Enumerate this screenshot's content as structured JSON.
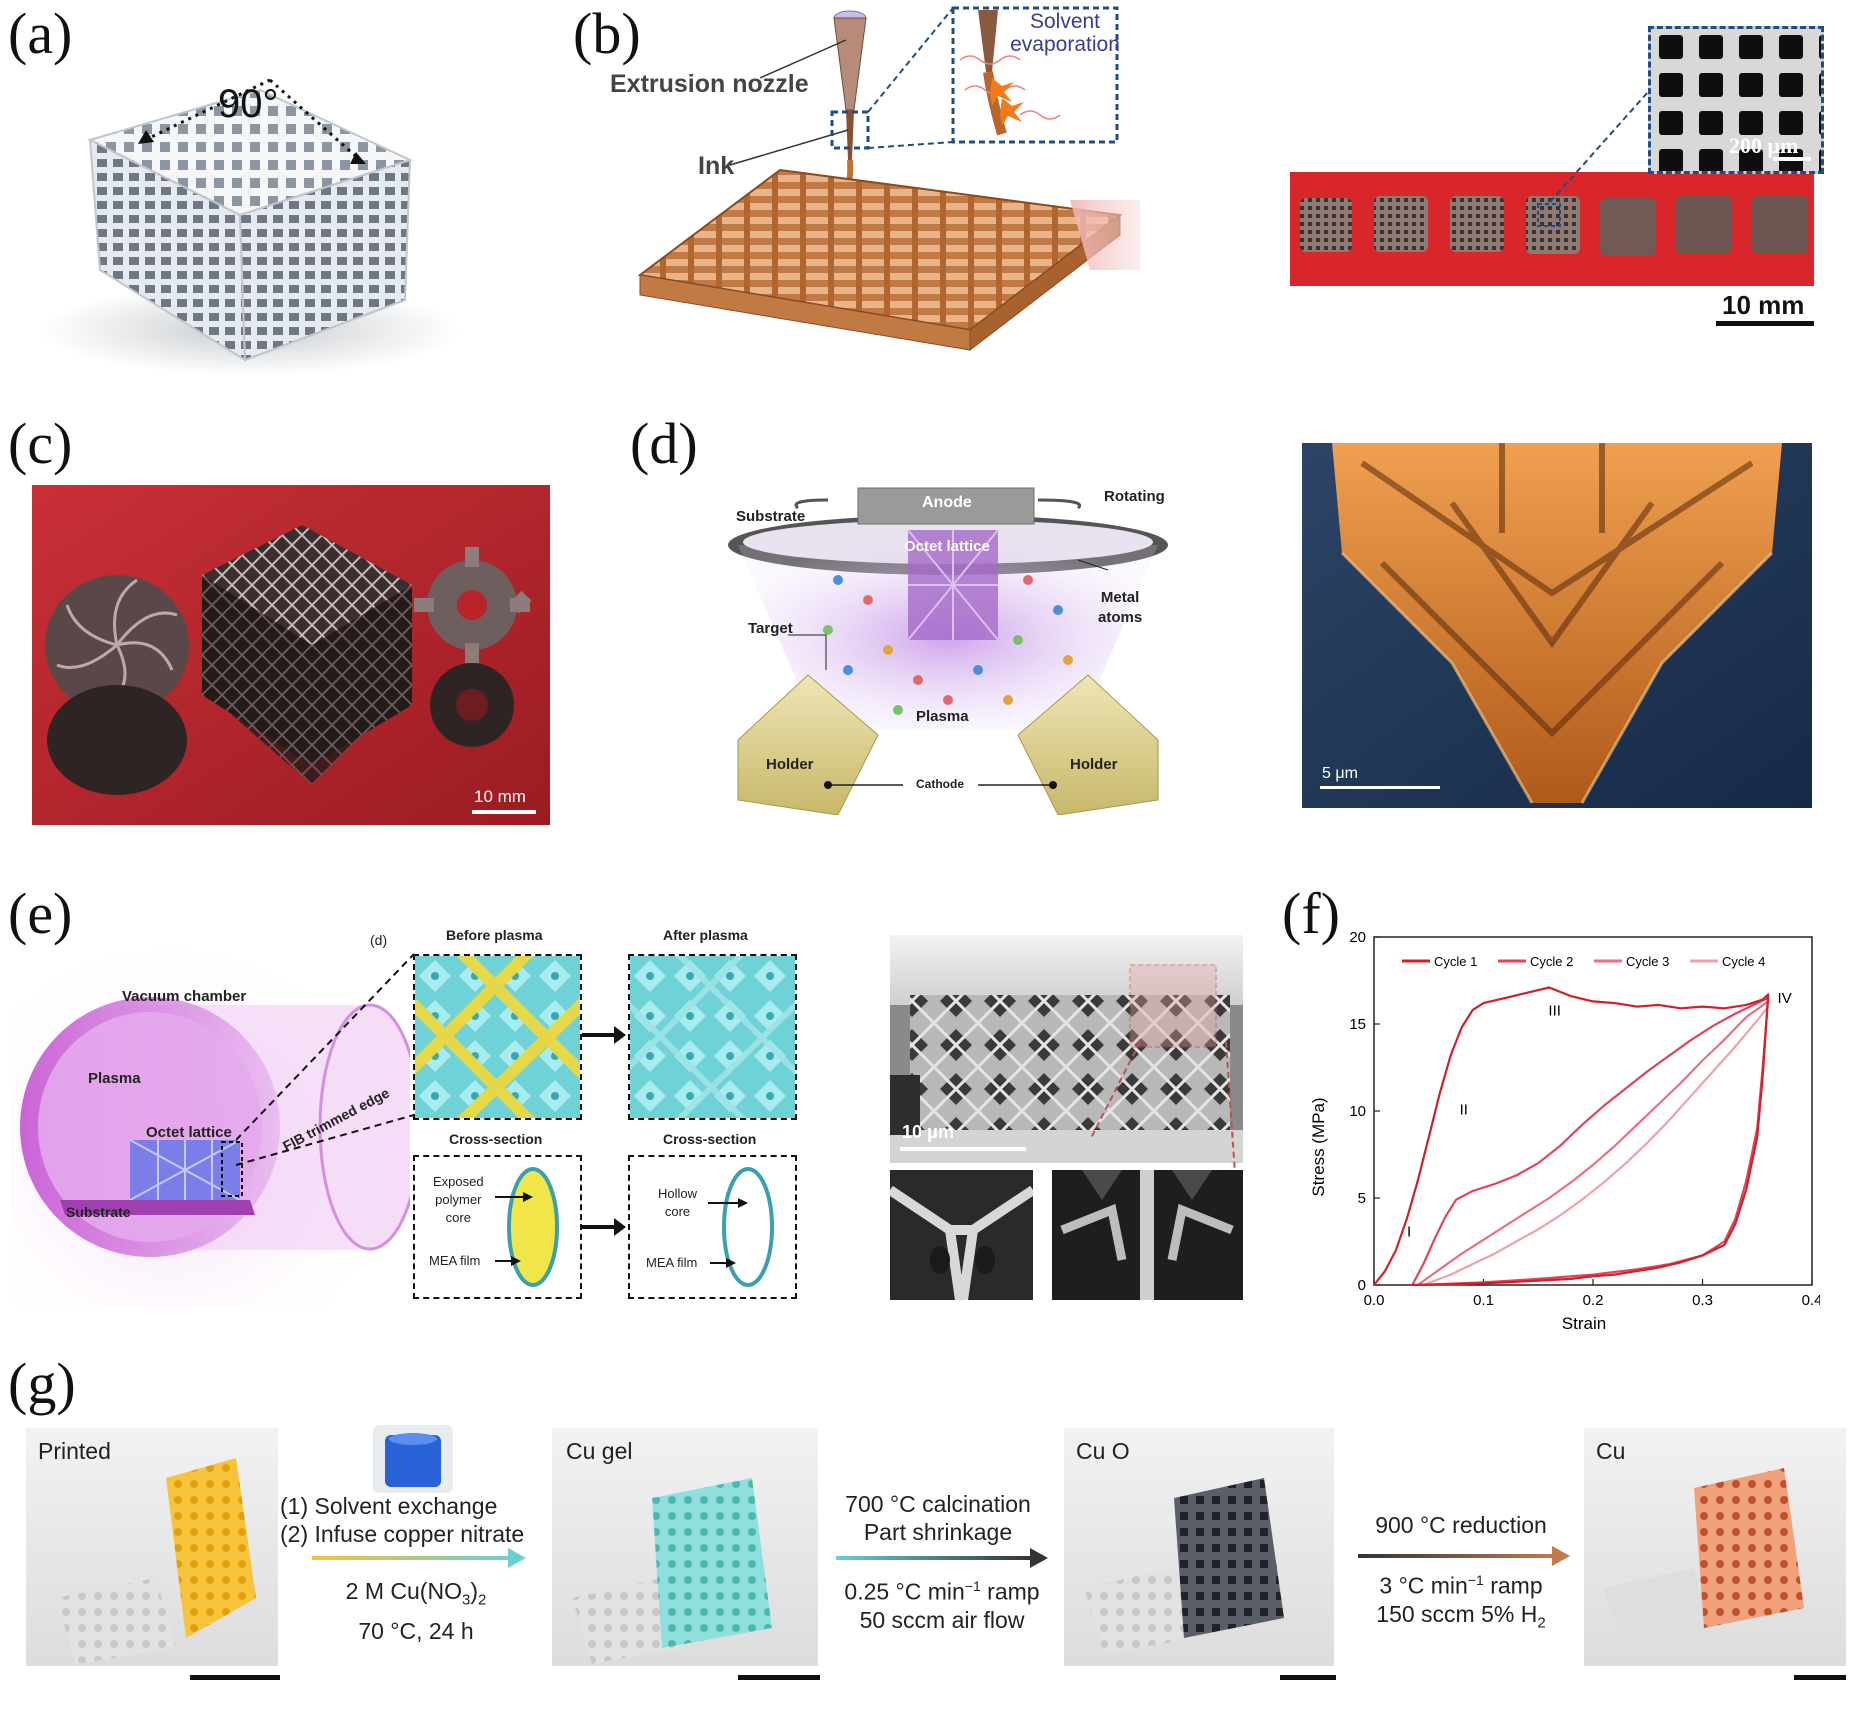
{
  "panels": {
    "a": {
      "letter": "(a)",
      "angle_label": "90°"
    },
    "b": {
      "letter": "(b)",
      "nozzle_label": "Extrusion nozzle",
      "ink_label": "Ink",
      "inset_label": "Solvent evaporation",
      "inset_line1": "Solvent",
      "inset_line2": "evaporation",
      "micro_scale": "200 μm",
      "scale": "10 mm"
    },
    "c": {
      "letter": "(c)",
      "scale": "10 mm"
    },
    "d": {
      "letter": "(d)",
      "anode": "Anode",
      "rotating": "Rotating",
      "substrate": "Substrate",
      "octet": "Octet lattice",
      "target": "Target",
      "metal_atoms_1": "Metal",
      "metal_atoms_2": "atoms",
      "plasma": "Plasma",
      "holder_left": "Holder",
      "holder_right": "Holder",
      "cathode": "Cathode",
      "sem_scale": "5 μm"
    },
    "e": {
      "letter": "(e)",
      "sub_d": "(d)",
      "vacuum": "Vacuum chamber",
      "plasma": "Plasma",
      "octet": "Octet lattice",
      "substrate": "Substrate",
      "fib": "FIB trimmed edge",
      "before": "Before plasma",
      "after": "After plasma",
      "cross1": "Cross-section",
      "cross2": "Cross-section",
      "exposed_1": "Exposed",
      "exposed_2": "polymer",
      "exposed_3": "core",
      "hollow_1": "Hollow",
      "hollow_2": "core",
      "mea1": "MEA film",
      "mea2": "MEA film",
      "sem_scale": "10 μm"
    },
    "f": {
      "letter": "(f)"
    },
    "g": {
      "letter": "(g)",
      "stage1": "Printed",
      "stage2": "Cu gel",
      "stage3": "Cu O",
      "stage4": "Cu",
      "step1_l1": "(1) Solvent exchange",
      "step1_l2": "(2) Infuse copper nitrate",
      "step1_l3": "2 M Cu(NO",
      "step1_l3_sub": "3",
      "step1_l3_end": ")",
      "step1_l3_sub2": "2",
      "step1_l4": "70 °C, 24 h",
      "step2_l1": "700 °C calcination",
      "step2_l2": "Part shrinkage",
      "step2_l3": "0.25 °C min",
      "step2_l3_sup": "−1",
      "step2_l3_end": " ramp",
      "step2_l4": "50 sccm air flow",
      "step3_l1": "900 °C reduction",
      "step3_l2": "3 °C min",
      "step3_l2_sup": "−1",
      "step3_l2_end": " ramp",
      "step3_l3": "150 sccm 5% H",
      "step3_l3_sub": "2"
    }
  },
  "chart_data": {
    "type": "line",
    "xlabel": "Strain",
    "ylabel": "Stress (MPa)",
    "xlim": [
      0.0,
      0.4
    ],
    "ylim": [
      0,
      20
    ],
    "xticks": [
      "0.0",
      "0.1",
      "0.2",
      "0.3",
      "0.4"
    ],
    "yticks": [
      "0",
      "5",
      "10",
      "15",
      "20"
    ],
    "legend_position": "top",
    "annotations": [
      "I",
      "II",
      "III",
      "IV"
    ],
    "series": [
      {
        "name": "Cycle 1",
        "color": "#d0202a",
        "x": [
          0.0,
          0.01,
          0.02,
          0.03,
          0.04,
          0.05,
          0.06,
          0.07,
          0.08,
          0.09,
          0.1,
          0.12,
          0.14,
          0.16,
          0.18,
          0.2,
          0.22,
          0.24,
          0.26,
          0.28,
          0.3,
          0.32,
          0.34,
          0.355,
          0.36,
          0.355,
          0.35,
          0.34,
          0.33,
          0.32,
          0.3,
          0.28,
          0.26,
          0.24,
          0.22,
          0.2,
          0.18,
          0.15,
          0.12,
          0.1,
          0.08,
          0.05,
          0.035
        ],
        "y": [
          0,
          0.8,
          2.0,
          3.8,
          6.0,
          8.5,
          11.0,
          13.2,
          14.8,
          15.8,
          16.2,
          16.5,
          16.8,
          17.1,
          16.6,
          16.3,
          16.2,
          16.0,
          16.1,
          15.9,
          16.0,
          15.9,
          16.1,
          16.4,
          16.7,
          12.0,
          8.5,
          5.5,
          3.5,
          2.3,
          1.7,
          1.3,
          1.0,
          0.8,
          0.6,
          0.5,
          0.35,
          0.25,
          0.15,
          0.1,
          0.05,
          0.02,
          0.0
        ]
      },
      {
        "name": "Cycle 2",
        "color": "#e0445a",
        "x": [
          0.035,
          0.045,
          0.055,
          0.065,
          0.075,
          0.09,
          0.11,
          0.13,
          0.15,
          0.17,
          0.19,
          0.21,
          0.23,
          0.25,
          0.27,
          0.29,
          0.31,
          0.33,
          0.35,
          0.36,
          0.355,
          0.35,
          0.34,
          0.33,
          0.32,
          0.3,
          0.27,
          0.24,
          0.2,
          0.15,
          0.1,
          0.06,
          0.04
        ],
        "y": [
          0,
          1.2,
          2.6,
          3.9,
          4.9,
          5.4,
          5.8,
          6.3,
          7.0,
          8.0,
          9.2,
          10.3,
          11.3,
          12.3,
          13.2,
          14.1,
          14.9,
          15.6,
          16.2,
          16.5,
          12.5,
          9.0,
          6.0,
          3.8,
          2.5,
          1.7,
          1.2,
          0.9,
          0.6,
          0.35,
          0.15,
          0.05,
          0.0
        ]
      },
      {
        "name": "Cycle 3",
        "color": "#ea7080",
        "x": [
          0.04,
          0.06,
          0.08,
          0.1,
          0.12,
          0.14,
          0.16,
          0.18,
          0.2,
          0.22,
          0.24,
          0.26,
          0.28,
          0.3,
          0.32,
          0.34,
          0.36
        ],
        "y": [
          0,
          0.9,
          1.8,
          2.6,
          3.4,
          4.2,
          5.0,
          5.9,
          6.9,
          8.0,
          9.2,
          10.4,
          11.6,
          12.9,
          14.1,
          15.4,
          16.3
        ]
      },
      {
        "name": "Cycle 4",
        "color": "#f0a0aa",
        "x": [
          0.045,
          0.07,
          0.09,
          0.11,
          0.13,
          0.15,
          0.17,
          0.19,
          0.21,
          0.23,
          0.25,
          0.27,
          0.29,
          0.31,
          0.33,
          0.35,
          0.36
        ],
        "y": [
          0,
          0.6,
          1.2,
          1.8,
          2.5,
          3.2,
          4.0,
          4.9,
          5.9,
          7.0,
          8.2,
          9.5,
          10.9,
          12.3,
          13.7,
          15.2,
          16.0
        ]
      }
    ]
  }
}
